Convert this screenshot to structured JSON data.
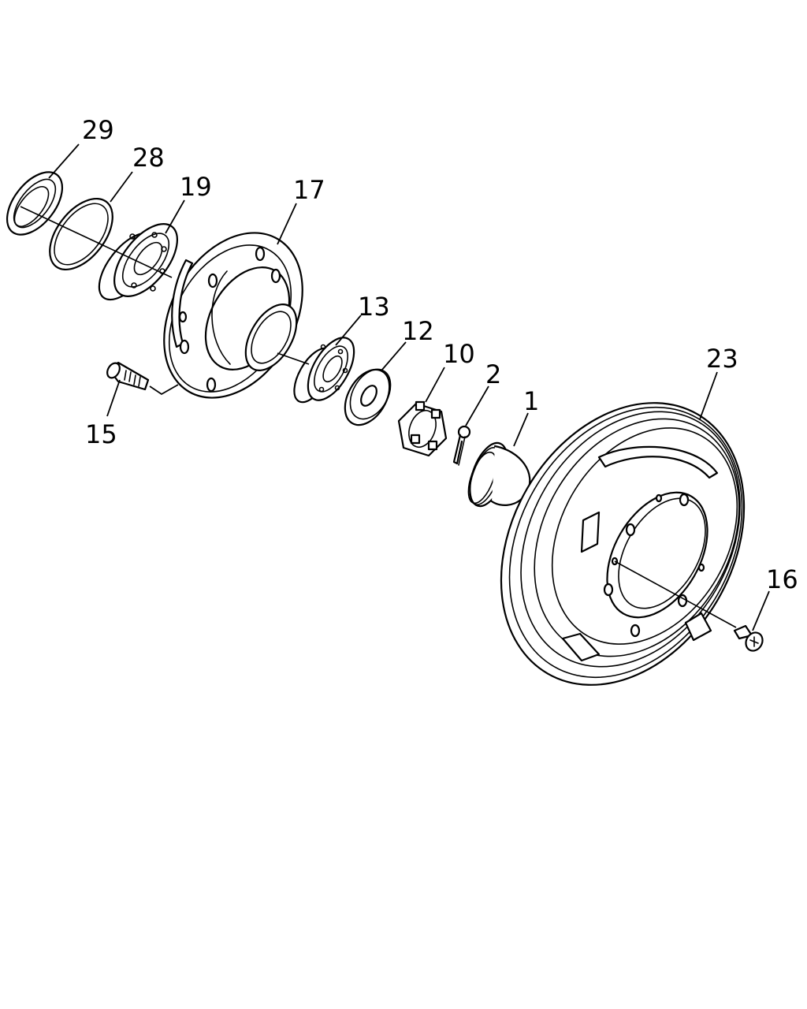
{
  "diagram": {
    "callouts": [
      {
        "id": "29",
        "text": "29"
      },
      {
        "id": "28",
        "text": "28"
      },
      {
        "id": "19",
        "text": "19"
      },
      {
        "id": "17",
        "text": "17"
      },
      {
        "id": "13",
        "text": "13"
      },
      {
        "id": "12",
        "text": "12"
      },
      {
        "id": "10",
        "text": "10"
      },
      {
        "id": "2",
        "text": "2"
      },
      {
        "id": "1",
        "text": "1"
      },
      {
        "id": "23",
        "text": "23"
      },
      {
        "id": "16",
        "text": "16"
      },
      {
        "id": "15",
        "text": "15"
      }
    ]
  }
}
